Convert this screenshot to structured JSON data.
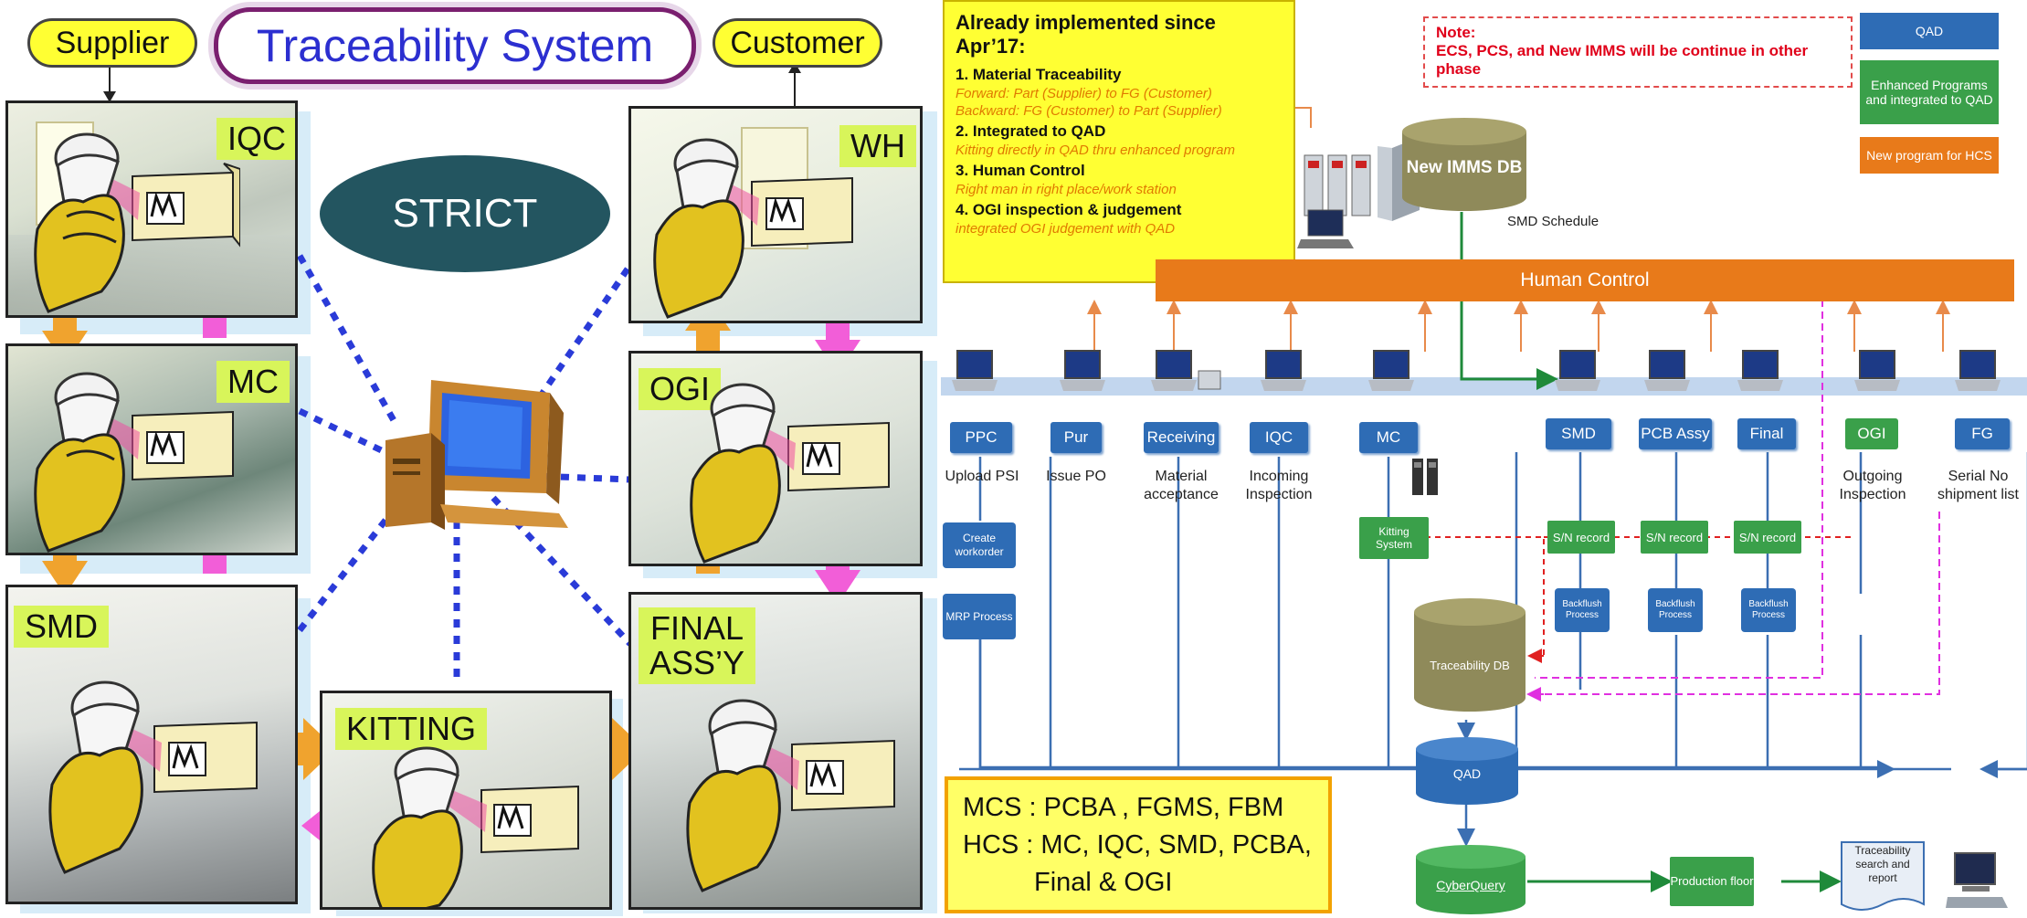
{
  "left_panel": {
    "supplier": "Supplier",
    "customer": "Customer",
    "title": "Traceability System",
    "strict": "STRICT",
    "stations": {
      "iqc": "IQC",
      "mc": "MC",
      "smd": "SMD",
      "kitting": "KITTING",
      "wh": "WH",
      "ogi": "OGI",
      "final_line1": "FINAL",
      "final_line2": "ASS’Y"
    }
  },
  "implemented": {
    "title": "Already implemented since Apr’17:",
    "items": [
      {
        "heading": "1. Material Traceability",
        "details": [
          "Forward: Part (Supplier) to FG (Customer)",
          "Backward: FG (Customer) to Part (Supplier)"
        ]
      },
      {
        "heading": "2. Integrated to QAD",
        "details": [
          "Kitting directly in QAD thru enhanced program"
        ]
      },
      {
        "heading": "3. Human Control",
        "details": [
          "Right man in right place/work station"
        ]
      },
      {
        "heading": "4. OGI inspection & judgement",
        "details": [
          "integrated OGI judgement with QAD"
        ]
      }
    ]
  },
  "note": {
    "title": "Note:",
    "text": "ECS, PCS, and New IMMS will be continue in other phase"
  },
  "legend": {
    "qad": "QAD",
    "enhanced": "Enhanced Programs and integrated to QAD",
    "new_program": "New program for HCS"
  },
  "colors": {
    "qad_blue": "#2e6cb5",
    "enhanced_green": "#3aa04a",
    "hcs_orange": "#e87a1a",
    "db_olive": "#8f8a5a"
  },
  "flow": {
    "new_imms_db": "New IMMS DB",
    "smd_schedule": "SMD Schedule",
    "human_control": "Human Control",
    "stations": [
      {
        "label": "PPC",
        "desc": "Upload PSI"
      },
      {
        "label": "Pur",
        "desc": "Issue PO"
      },
      {
        "label": "Receiving",
        "desc": "Material acceptance"
      },
      {
        "label": "IQC",
        "desc": "Incoming Inspection"
      },
      {
        "label": "MC",
        "desc": ""
      },
      {
        "label": "SMD",
        "desc": ""
      },
      {
        "label": "PCB Assy",
        "desc": ""
      },
      {
        "label": "Final",
        "desc": ""
      },
      {
        "label": "OGI",
        "desc": "Outgoing Inspection"
      },
      {
        "label": "FG",
        "desc": "Serial No shipment list"
      }
    ],
    "create_workorder": "Create workorder",
    "mrp_process": "MRP Process",
    "kitting_system": "Kitting System",
    "sn_record": "S/N record",
    "backflush": "Backflush Process",
    "traceability_db": "Traceability DB",
    "qad": "QAD",
    "cyberquery": "CyberQuery",
    "production_floor": "Production floor",
    "trace_report": "Traceability search and report"
  },
  "mcs_hcs": {
    "line1": "MCS : PCBA , FGMS, FBM",
    "line2": "HCS :  MC, IQC, SMD, PCBA,",
    "line3": "Final & OGI"
  }
}
